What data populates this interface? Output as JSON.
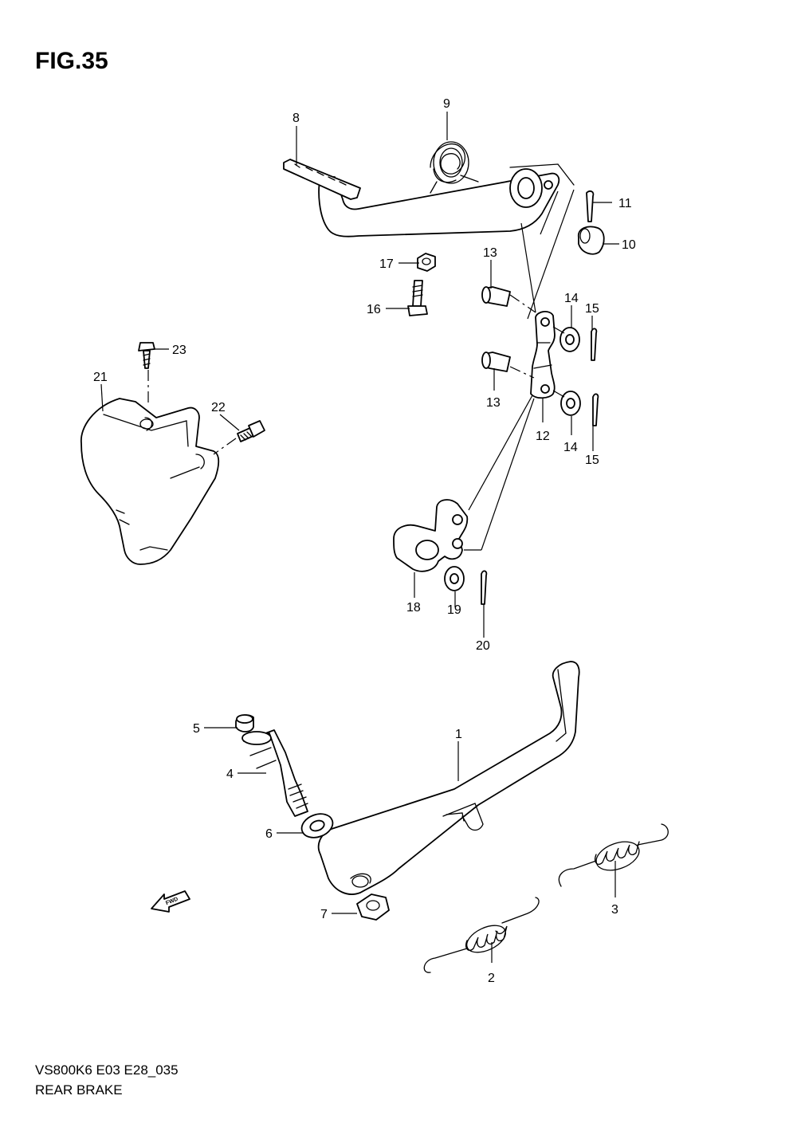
{
  "figure_title": "FIG.35",
  "footer": {
    "code": "VS800K6 E03 E28_035",
    "name": "REAR BRAKE"
  },
  "fwd_label": "FWD",
  "callouts": [
    "1",
    "2",
    "3",
    "4",
    "5",
    "6",
    "7",
    "8",
    "9",
    "10",
    "11",
    "12",
    "13",
    "13",
    "14",
    "14",
    "15",
    "15",
    "16",
    "17",
    "18",
    "19",
    "20",
    "21",
    "22",
    "23"
  ]
}
